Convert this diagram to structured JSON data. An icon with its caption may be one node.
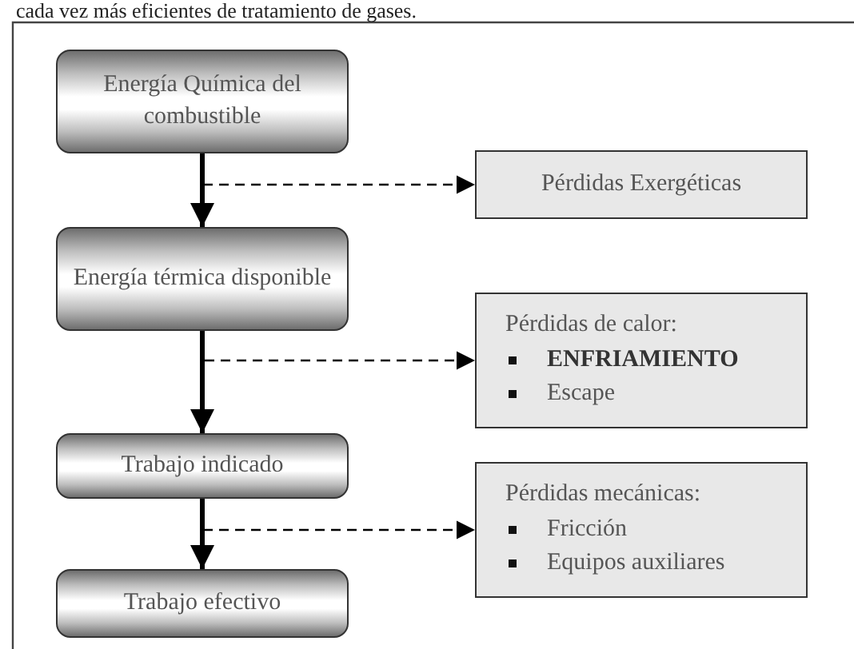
{
  "diagram": {
    "nodes": [
      {
        "text": [
          "Energía Química del combustible"
        ]
      },
      {
        "text": [
          "Energía térmica disponible"
        ]
      },
      {
        "text": [
          "Trabajo indicado"
        ]
      },
      {
        "text": [
          "Trabajo efectivo"
        ]
      },
      {
        "text": [
          "Pérdidas Exergéticas"
        ]
      },
      {
        "text": [
          "Pérdidas de calor:",
          "**ENFRIAMIENTO**",
          "Escape"
        ]
      },
      {
        "text": [
          "Pérdidas mecánicas:",
          "Fricción",
          "Equipos auxiliares"
        ]
      }
    ],
    "edges": [
      {
        "from": 0,
        "to": 1,
        "arrow": "to",
        "style": "thick"
      },
      {
        "from": 1,
        "to": 2,
        "arrow": "to",
        "style": "thick"
      },
      {
        "from": 2,
        "to": 3,
        "arrow": "to",
        "style": "thick"
      },
      {
        "from": 0,
        "to": 4,
        "arrow": "to",
        "style": "dashed"
      },
      {
        "from": 1,
        "to": 5,
        "arrow": "to",
        "style": "dashed"
      },
      {
        "from": 2,
        "to": 6,
        "arrow": "to",
        "style": "dashed"
      }
    ],
    "labels": [
      "cada vez más eficientes de tratamiento de gases."
    ]
  }
}
